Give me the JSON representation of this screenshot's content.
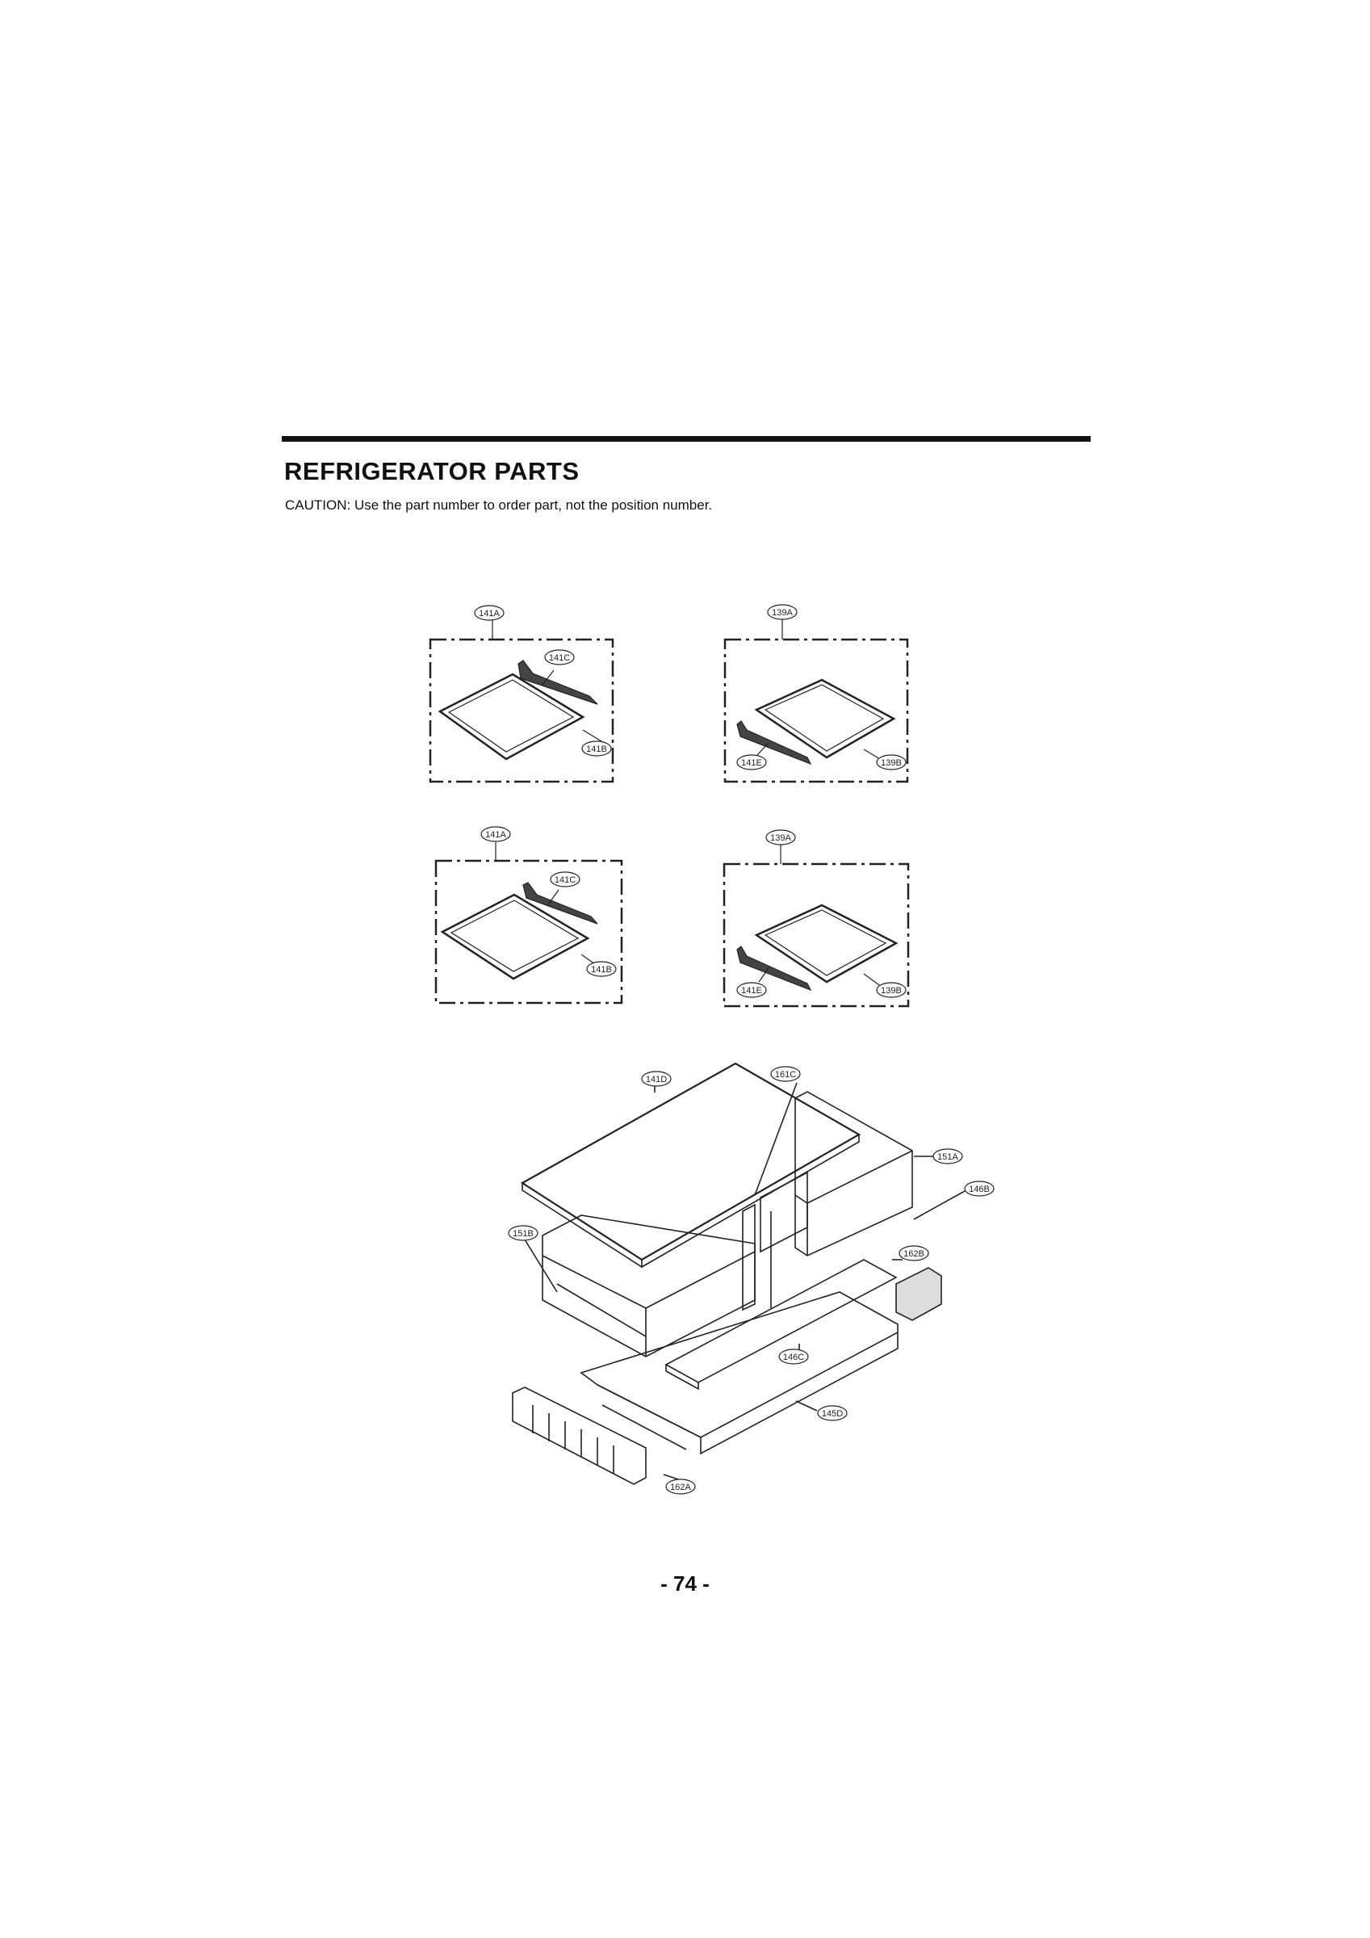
{
  "document": {
    "title": "REFRIGERATOR PARTS",
    "caution": "CAUTION: Use the part number to order part, not the position number.",
    "page_number": "- 74 -"
  },
  "callouts": {
    "g1_top": "141A",
    "g1_c": "141C",
    "g1_b": "141B",
    "g2_top": "139A",
    "g2_e": "141E",
    "g2_b": "139B",
    "g3_top": "141A",
    "g3_c": "141C",
    "g3_b": "141B",
    "g4_top": "139A",
    "g4_e": "141E",
    "g4_b": "139B",
    "d_141d": "141D",
    "d_161c": "161C",
    "d_151a": "151A",
    "d_146b": "146B",
    "d_151b": "151B",
    "d_162b": "162B",
    "d_146c": "146C",
    "d_145d": "145D",
    "d_162a": "162A"
  }
}
